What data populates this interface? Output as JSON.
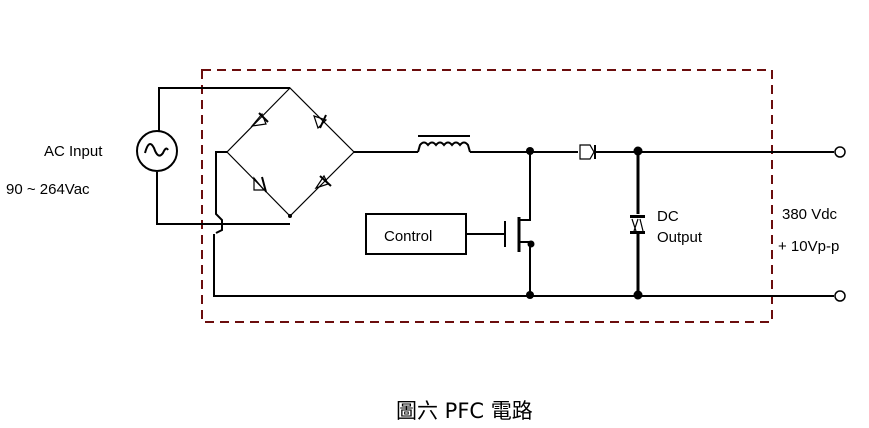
{
  "diagram": {
    "title": "PFC circuit schematic",
    "ac_source": {
      "label": "AC Input",
      "range": "90 ~ 264Vac",
      "icon": "ac-sine-source"
    },
    "bridge": {
      "name": "bridge-rectifier",
      "diode_count": 4
    },
    "inductor": {
      "name": "boost-inductor"
    },
    "control_block": {
      "label": "Control"
    },
    "switch": {
      "name": "mosfet-switch"
    },
    "boost_diode": {
      "name": "boost-diode"
    },
    "capacitor": {
      "label_line1": "DC",
      "label_line2": "Output"
    },
    "output": {
      "voltage": "380 Vdc",
      "ripple": "+ 10Vp-p"
    },
    "colors": {
      "wire": "#000000",
      "dashed_box": "#6b0d0d",
      "background": "#ffffff"
    }
  },
  "caption": "圖六 PFC 電路"
}
